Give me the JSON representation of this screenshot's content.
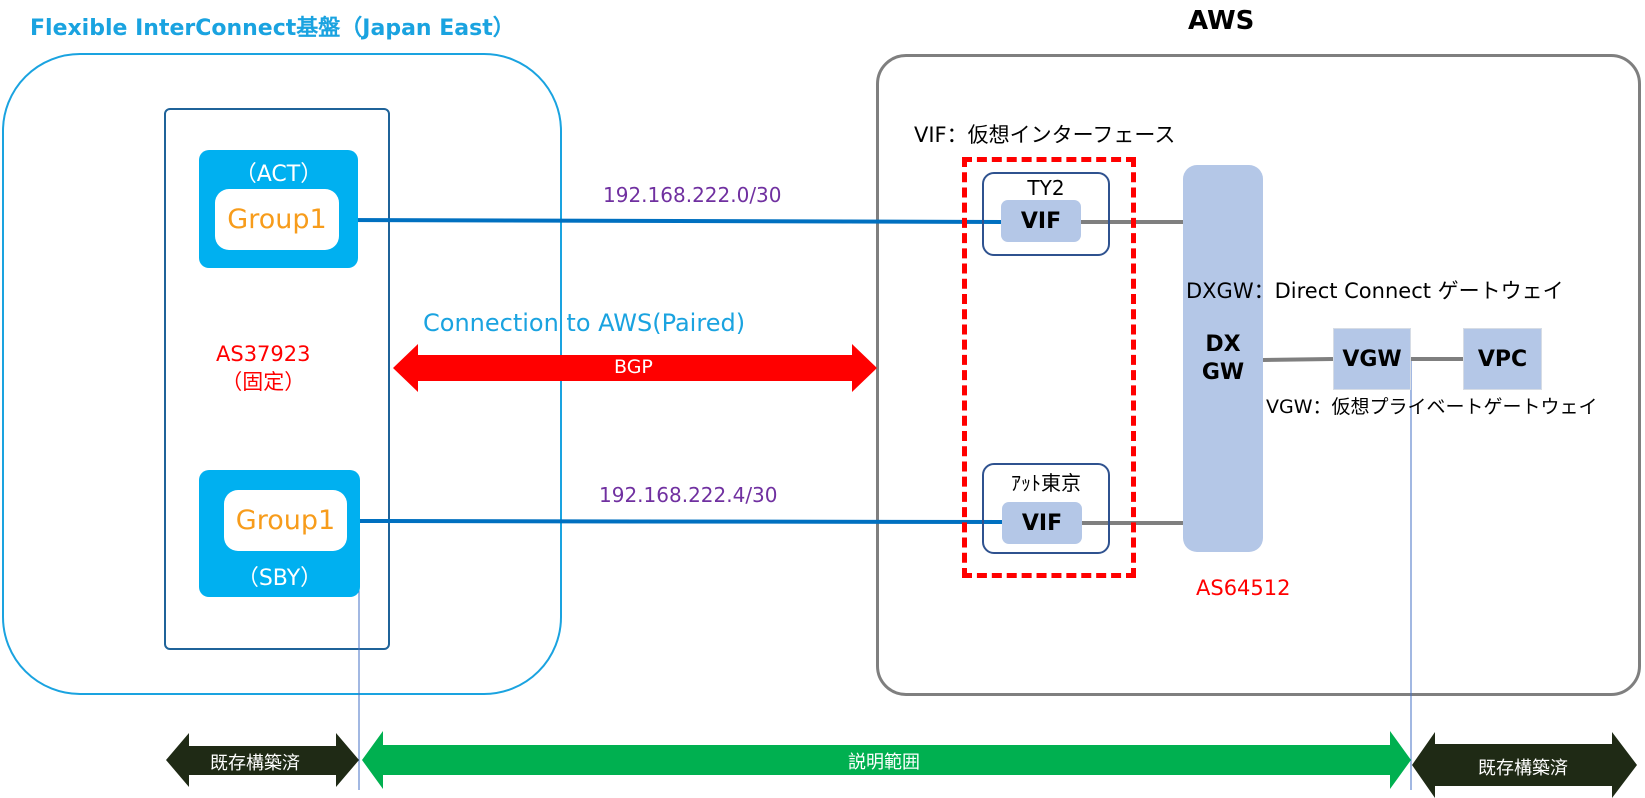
{
  "titles": {
    "fic": "Flexible InterConnect基盤（Japan East）",
    "aws": "AWS"
  },
  "fic": {
    "act_group": {
      "status": "（ACT）",
      "name": "Group1"
    },
    "sby_group": {
      "status": "（SBY）",
      "name": "Group1"
    },
    "as_number": "AS37923",
    "as_note": "（固定）"
  },
  "links": {
    "primary_subnet": "192.168.222.0/30",
    "secondary_subnet": "192.168.222.4/30",
    "connection_label": "Connection to AWS(Paired)",
    "protocol_label": "BGP"
  },
  "aws": {
    "vif_definition": "VIF：仮想インターフェース",
    "sites": [
      {
        "name": "TY2",
        "vif_label": "VIF"
      },
      {
        "name": "ｱｯﾄ東京",
        "vif_label": "VIF"
      }
    ],
    "dxgw_label_line1": "DX",
    "dxgw_label_line2": "GW",
    "dxgw_definition": "DXGW：Direct Connect ゲートウェイ",
    "vgw_label": "VGW",
    "vpc_label": "VPC",
    "vgw_definition": "VGW：仮想プライベートゲートウェイ",
    "as_number": "AS64512"
  },
  "scope": {
    "left_existing": "既存構築済",
    "explained": "説明範囲",
    "right_existing": "既存構築済"
  },
  "colors": {
    "fic_blue": "#1aa3e0",
    "group_blue": "#00b0f0",
    "link_blue": "#0070c0",
    "bgp_red": "#ff0000",
    "scope_green": "#00b050",
    "existing_dark": "#1f2a15",
    "aws_node": "#b4c7e7",
    "subnet_purple": "#7030a0",
    "group_orange": "#f79c1b"
  }
}
